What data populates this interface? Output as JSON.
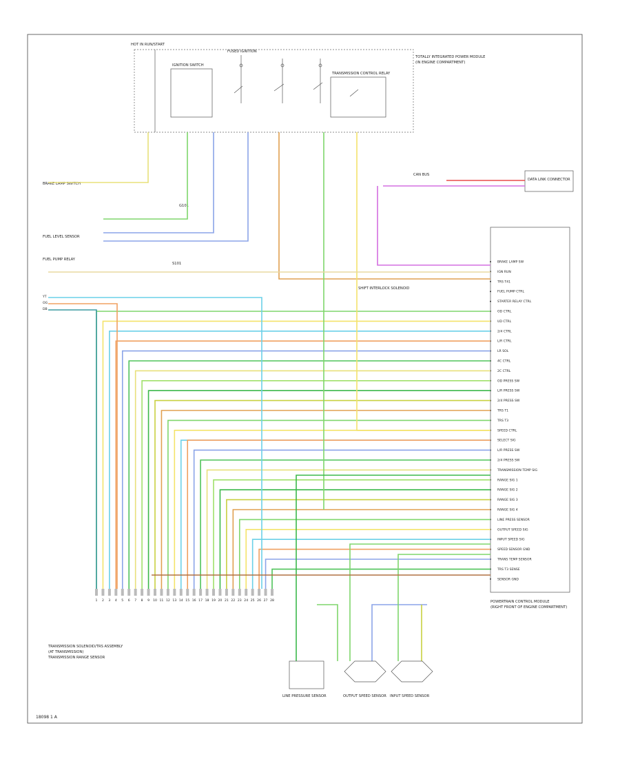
{
  "diagram": {
    "footer_code": "18098 1 A",
    "labels": {
      "hot_run_start": "HOT IN RUN/START",
      "fuse_box": "TOTALLY INTEGRATED POWER MODULE",
      "fused_ignition": "FUSED IGNITION",
      "ignition_switch": "IGNITION SWITCH",
      "trans_relay": "TRANSMISSION CONTROL RELAY",
      "fuse_box_location": "(IN ENGINE COMPARTMENT)",
      "brake_lamp_switch": "BRAKE LAMP SWITCH",
      "ground_left": "G101",
      "fuel_sensor": "FUEL LEVEL SENSOR",
      "fuel_pump_relay": "FUEL PUMP RELAY",
      "oss_label": "OUTPUT SPEED SENSOR",
      "iss_label": "INPUT SPEED SENSOR",
      "line_pressure_label": "LINE PRESSURE SENSOR",
      "solenoid_pack": "TRANSMISSION SOLENOID/TRS ASSEMBLY",
      "pcm_label": "POWERTRAIN CONTROL MODULE",
      "pcm_location": "(RIGHT FRONT OF ENGINE COMPARTMENT)",
      "data_link": "DATA LINK CONNECTOR",
      "can_bus": "CAN BUS",
      "splice": "S101",
      "trs_label": "TRANSMISSION RANGE SENSOR",
      "trs_location": "(AT TRANSMISSION)",
      "shift_interlock": "SHIFT INTERLOCK SOLENOID"
    },
    "pcm_pins": [
      "BRAKE LAMP SW",
      "IGN RUN",
      "TRS T41",
      "FUEL PUMP CTRL",
      "STARTER RELAY CTRL",
      "OD CTRL",
      "UD CTRL",
      "2/4 CTRL",
      "L/R CTRL",
      "LR SOL",
      "4C CTRL",
      "2C CTRL",
      "OD PRESS SW",
      "L/R PRESS SW",
      "2/4 PRESS SW",
      "TRS T1",
      "TRS T3",
      "SPEED CTRL",
      "SELECT SIG",
      "L/R PRESS SW",
      "2/4 PRESS SW",
      "TRANSMISSION TEMP SIG",
      "RANGE SIG 1",
      "RANGE SIG 2",
      "RANGE SIG 3",
      "RANGE SIG 4",
      "LINE PRESS SENSOR",
      "OUTPUT SPEED SIG",
      "INPUT SPEED SIG",
      "SPEED SENSOR GND",
      "TRANS TEMP SENSOR",
      "TRS T3 SENSE",
      "SENSOR GND"
    ],
    "left_inputs": [
      "YT",
      "OG",
      "DB"
    ],
    "bottom_pins": [
      "1",
      "2",
      "3",
      "4",
      "5",
      "6",
      "7",
      "8",
      "9",
      "10",
      "11",
      "12",
      "13",
      "14",
      "15",
      "16",
      "17",
      "18",
      "19",
      "20",
      "21",
      "22",
      "23",
      "24",
      "25",
      "26",
      "27",
      "28"
    ]
  }
}
